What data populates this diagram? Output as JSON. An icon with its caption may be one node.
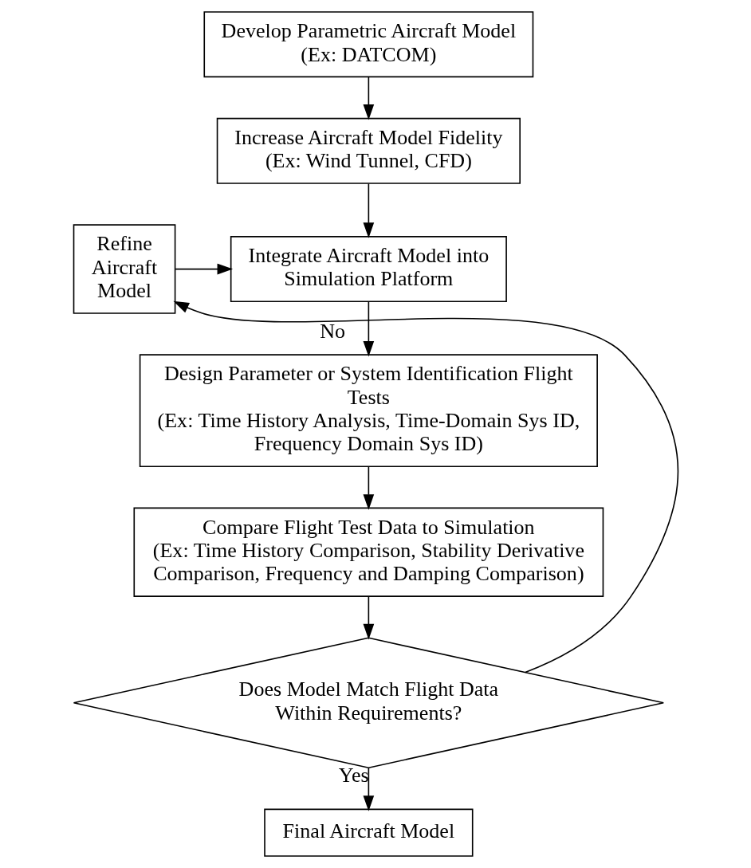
{
  "diagram": {
    "nodes": [
      {
        "text": [
          "Develop Parametric Aircraft Model",
          "(Ex: DATCOM)"
        ]
      },
      {
        "text": [
          "Increase Aircraft Model Fidelity",
          "(Ex: Wind Tunnel, CFD)"
        ]
      },
      {
        "text": [
          "Refine Aircraft Model"
        ]
      },
      {
        "text": [
          "Integrate Aircraft Model into Simulation Platform"
        ]
      },
      {
        "text": [
          "Design Parameter or System Identification Flight Tests",
          "(Ex: Time History Analysis, Time-Domain Sys ID, Frequency Domain Sys ID)"
        ]
      },
      {
        "text": [
          "Compare Flight Test Data to Simulation",
          "(Ex: Time History Comparison, Stability Derivative Comparison, Frequency and Damping Comparison)"
        ]
      },
      {
        "text": [
          "Does Model Match Flight Data Within Requirements?"
        ]
      },
      {
        "text": [
          "Final Aircraft Model"
        ]
      }
    ],
    "edges": [
      {
        "from": 0,
        "to": 1,
        "arrow": "to"
      },
      {
        "from": 1,
        "to": 3,
        "arrow": "to"
      },
      {
        "from": 2,
        "to": 3,
        "arrow": "to"
      },
      {
        "from": 3,
        "to": 4,
        "arrow": "to"
      },
      {
        "from": 4,
        "to": 5,
        "arrow": "to"
      },
      {
        "from": 5,
        "to": 6,
        "arrow": "to"
      },
      {
        "from": 6,
        "to": 2,
        "arrow": "to",
        "label": "No"
      },
      {
        "from": 6,
        "to": 7,
        "arrow": "to",
        "label": "Yes"
      }
    ]
  }
}
